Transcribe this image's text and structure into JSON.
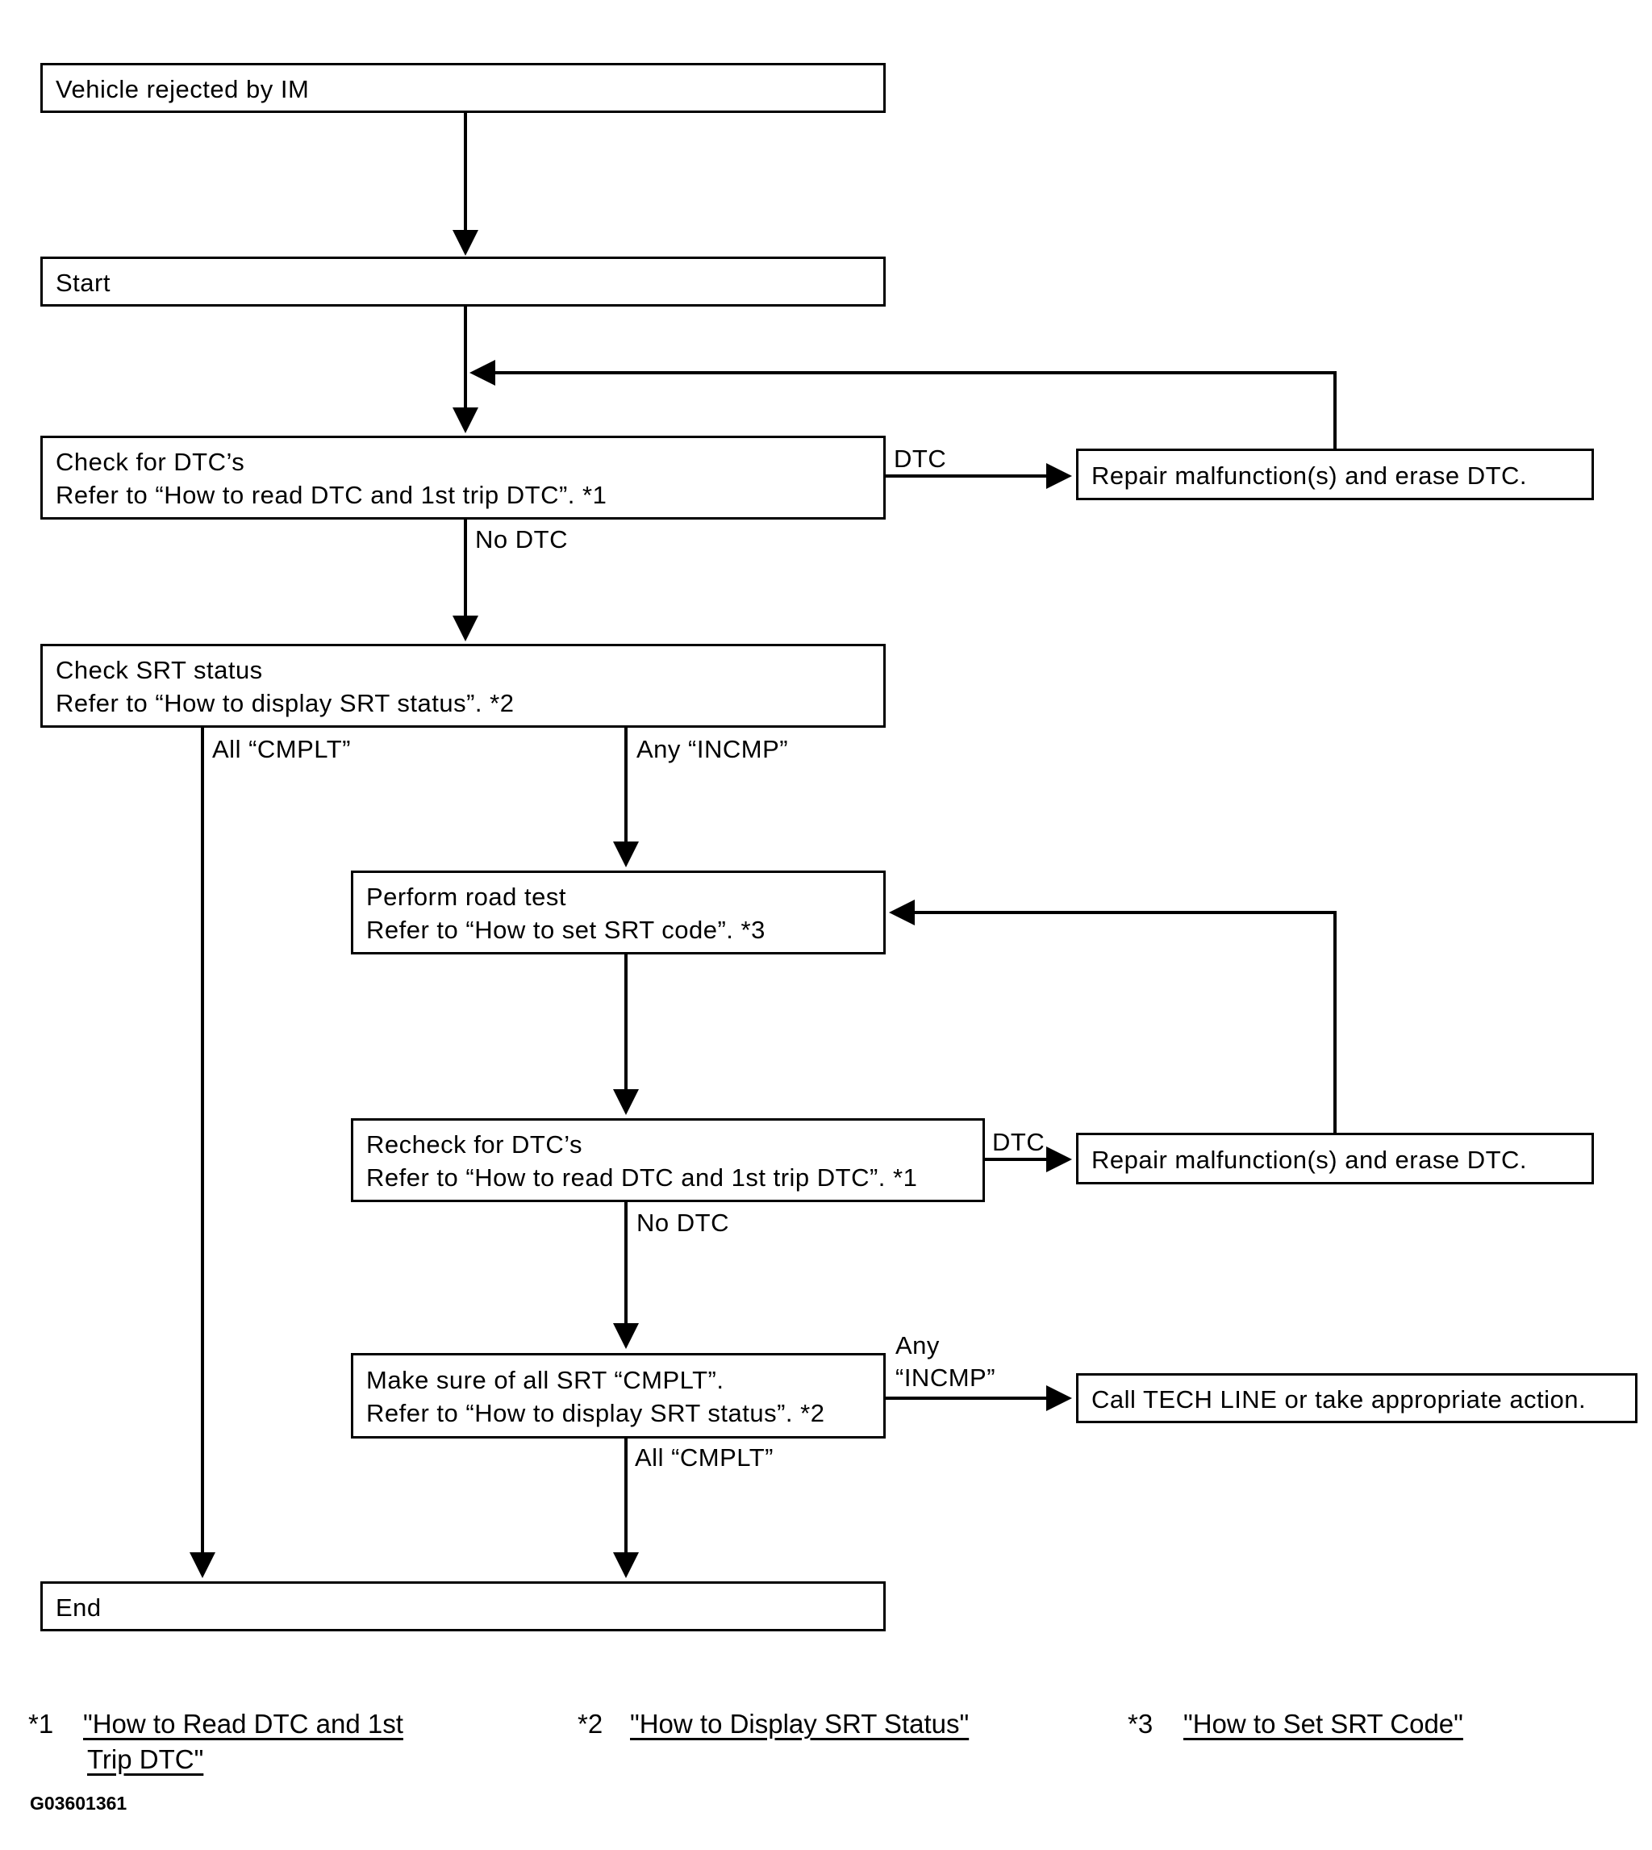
{
  "boxes": {
    "rejected": [
      "Vehicle rejected by IM"
    ],
    "start": [
      "Start"
    ],
    "check_dtc": [
      "Check for DTC’s",
      "Refer to “How to read DTC and 1st trip DTC”. *1"
    ],
    "repair1": [
      "Repair malfunction(s) and erase DTC."
    ],
    "check_srt": [
      "Check SRT status",
      "Refer to “How to display SRT status”. *2"
    ],
    "road_test": [
      "Perform road test",
      "Refer to “How to set SRT code”. *3"
    ],
    "recheck_dtc": [
      "Recheck for DTC’s",
      "Refer to “How to read DTC and 1st trip DTC”. *1"
    ],
    "repair2": [
      "Repair malfunction(s) and erase DTC."
    ],
    "make_sure": [
      "Make sure of all SRT “CMPLT”.",
      "Refer to “How to display SRT status”. *2"
    ],
    "call_tech": [
      "Call TECH LINE or take appropriate action."
    ],
    "end": [
      "End"
    ]
  },
  "labels": {
    "dtc_1": "DTC",
    "no_dtc_1": "No DTC",
    "all_cmplt_1": "All “CMPLT”",
    "any_incmp_1": "Any “INCMP”",
    "dtc_2": "DTC",
    "no_dtc_2": "No DTC",
    "any_incmp_2": [
      "Any",
      "“INCMP”"
    ],
    "all_cmplt_2": "All “CMPLT”"
  },
  "footnotes": [
    {
      "marker": "*1",
      "lines": [
        "\"How to Read DTC and 1st ",
        "Trip DTC\""
      ]
    },
    {
      "marker": "*2",
      "lines": [
        "\"How to Display SRT Status\""
      ]
    },
    {
      "marker": "*3",
      "lines": [
        "\"How to Set SRT Code\""
      ]
    }
  ],
  "figure_code": "G03601361"
}
